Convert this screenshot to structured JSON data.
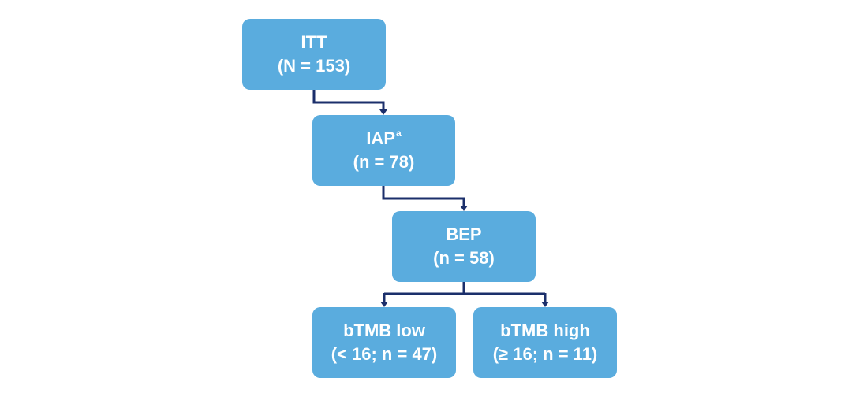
{
  "nodes": {
    "itt": {
      "line1": "ITT",
      "line2": "(N = 153)"
    },
    "iap": {
      "line1": "IAP",
      "superscript": "a",
      "line2": "(n = 78)"
    },
    "bep": {
      "line1": "BEP",
      "line2": "(n = 58)"
    },
    "low": {
      "line1": "bTMB low",
      "line2": "(< 16; n = 47)"
    },
    "high": {
      "line1": "bTMB high",
      "line2": "(≥ 16; n = 11)"
    }
  },
  "colors": {
    "box_fill": "#5aacde",
    "box_text": "#ffffff",
    "connector": "#1b2f6b"
  }
}
